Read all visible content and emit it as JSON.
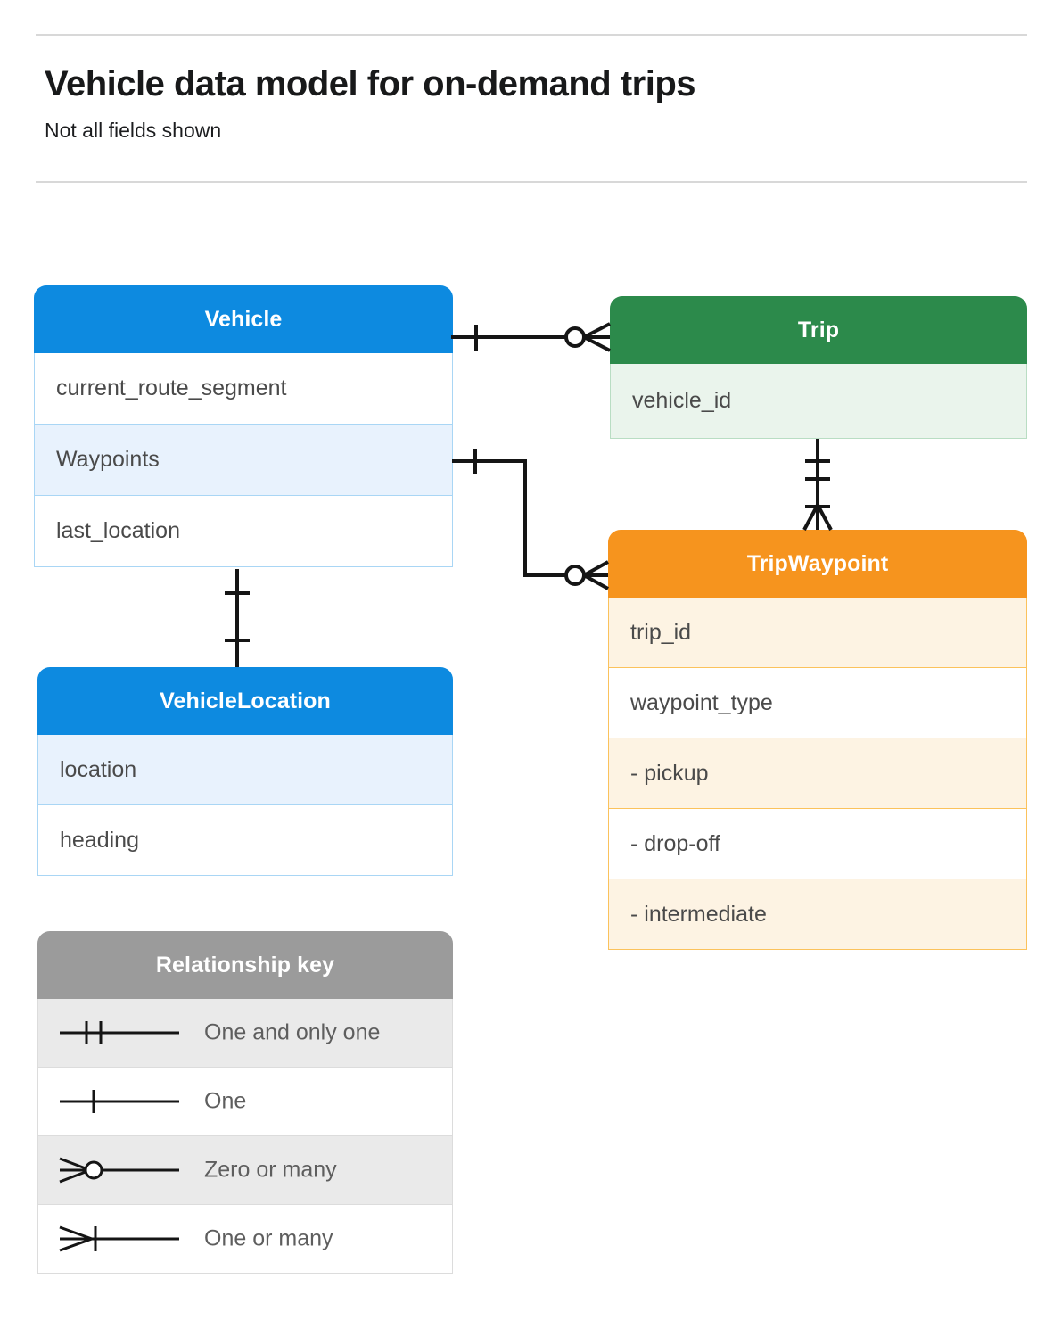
{
  "header": {
    "title": "Vehicle data model for on-demand trips",
    "subtitle": "Not all fields shown"
  },
  "colors": {
    "vehicle": "#0d8ae0",
    "trip": "#2c8a4b",
    "trip_waypoint": "#f6941e",
    "legend": "#9b9b9b",
    "connector": "#151515",
    "row_text": "#4a4a4a",
    "rule": "#d8d8d8"
  },
  "entities": [
    {
      "id": "vehicle",
      "name": "Vehicle",
      "color_theme": "blue",
      "fields": [
        {
          "label": "current_route_segment"
        },
        {
          "label": "Waypoints"
        },
        {
          "label": "last_location"
        }
      ]
    },
    {
      "id": "trip",
      "name": "Trip",
      "color_theme": "green",
      "fields": [
        {
          "label": "vehicle_id"
        }
      ]
    },
    {
      "id": "trip_waypoint",
      "name": "TripWaypoint",
      "color_theme": "orange",
      "fields": [
        {
          "label": "trip_id"
        },
        {
          "label": "waypoint_type"
        },
        {
          "label": "-  pickup"
        },
        {
          "label": "-  drop-off"
        },
        {
          "label": "-  intermediate"
        }
      ]
    },
    {
      "id": "vehicle_location",
      "name": "VehicleLocation",
      "color_theme": "blue",
      "fields": [
        {
          "label": "location"
        },
        {
          "label": "heading"
        }
      ]
    }
  ],
  "legend": {
    "title": "Relationship key",
    "rows": [
      {
        "symbol": "one-and-only-one-icon",
        "label": "One and only one"
      },
      {
        "symbol": "one-icon",
        "label": "One"
      },
      {
        "symbol": "zero-or-many-icon",
        "label": "Zero or many"
      },
      {
        "symbol": "one-or-many-icon",
        "label": "One or many"
      }
    ]
  },
  "relationships": [
    {
      "from": "Vehicle",
      "to": "Trip",
      "from_cardinality": "One",
      "to_cardinality": "Zero or many"
    },
    {
      "from": "Vehicle.Waypoints",
      "to": "TripWaypoint",
      "from_cardinality": "One",
      "to_cardinality": "Zero or many"
    },
    {
      "from": "Trip",
      "to": "TripWaypoint",
      "from_cardinality": "One and only one",
      "to_cardinality": "One or many"
    },
    {
      "from": "Vehicle",
      "to": "VehicleLocation",
      "from_cardinality": "One",
      "to_cardinality": "One"
    }
  ]
}
